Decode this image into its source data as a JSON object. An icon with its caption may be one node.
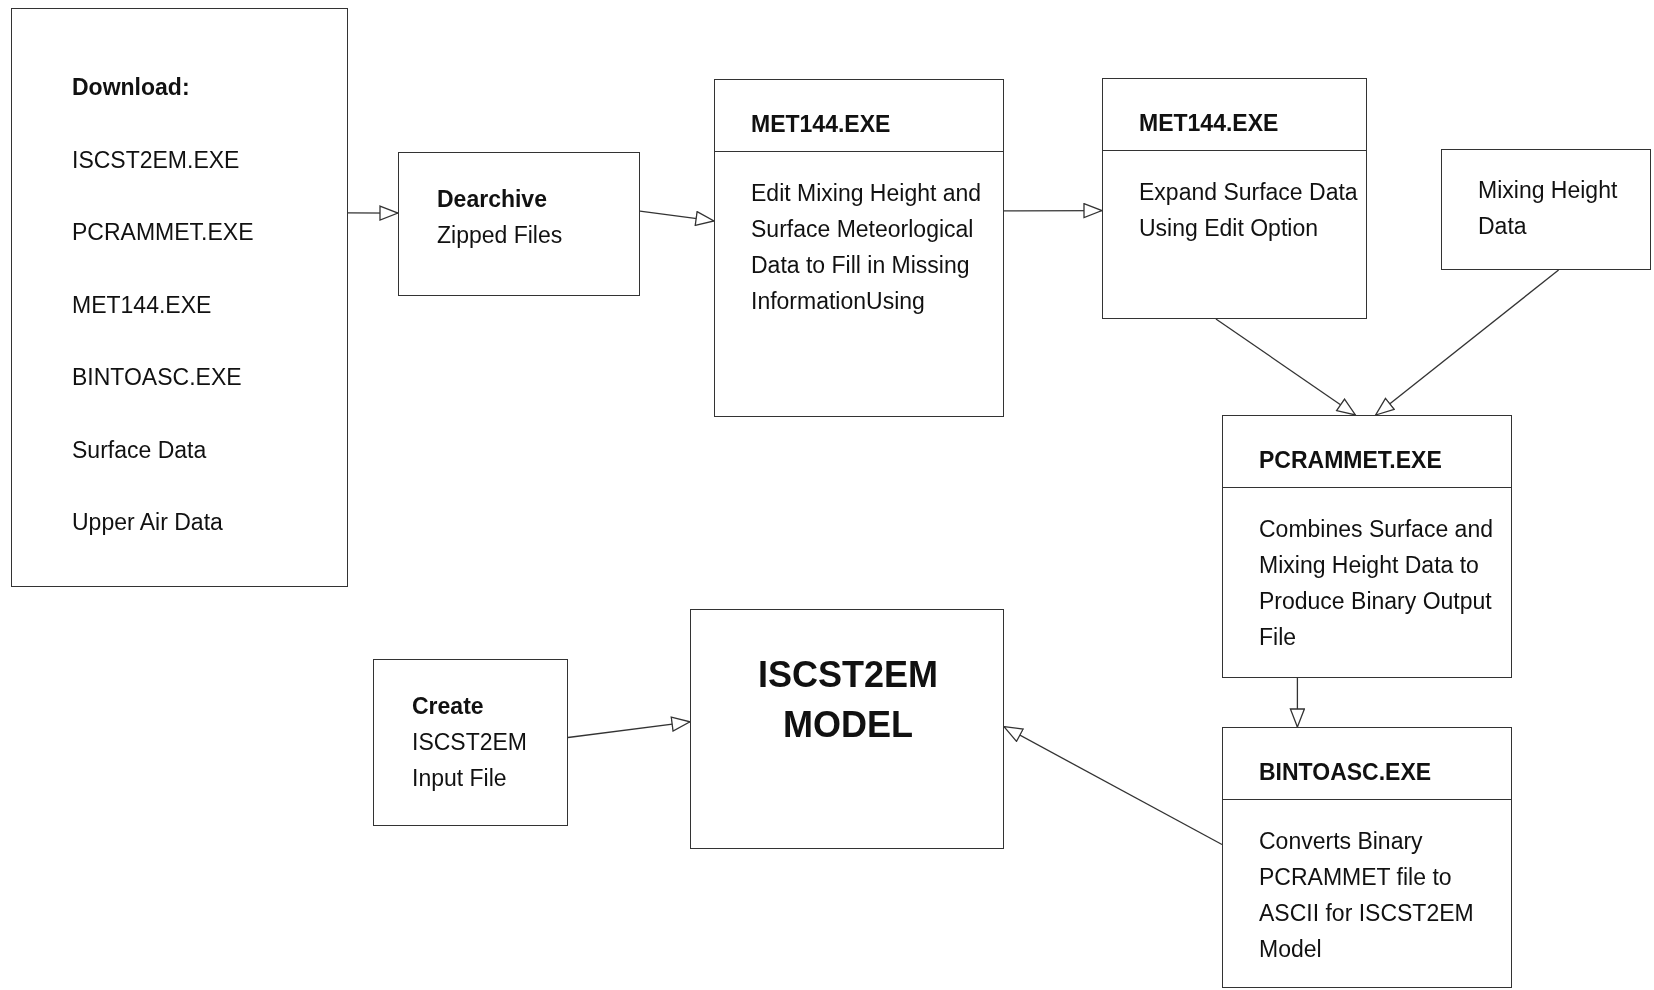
{
  "diagram": {
    "nodes": [
      {
        "text": [
          "Download:",
          "ISCST2EM.EXE",
          "PCRAMMET.EXE",
          "MET144.EXE",
          "BINTOASC.EXE",
          "Surface Data",
          "Upper Air Data"
        ]
      },
      {
        "text": [
          "Dearchive",
          "Zipped Files"
        ]
      },
      {
        "text": [
          "MET144.EXE",
          "Edit Mixing Height and Surface Meteorlogical Data to Fill in Missing InformationUsing"
        ]
      },
      {
        "text": [
          "MET144.EXE",
          "Expand Surface Data Using Edit Option"
        ]
      },
      {
        "text": [
          "Mixing Height Data"
        ]
      },
      {
        "text": [
          "PCRAMMET.EXE",
          "Combines Surface and Mixing Height Data to Produce Binary Output File"
        ]
      },
      {
        "text": [
          "BINTOASC.EXE",
          "Converts Binary PCRAMMET file to ASCII for ISCST2EM Model"
        ]
      },
      {
        "text": [
          "Create",
          "ISCST2EM Input File"
        ]
      },
      {
        "text": [
          "ISCST2EM MODEL"
        ]
      }
    ],
    "edges": [
      {
        "from": 0,
        "to": 1,
        "arrow": "to"
      },
      {
        "from": 1,
        "to": 2,
        "arrow": "to"
      },
      {
        "from": 2,
        "to": 3,
        "arrow": "to"
      },
      {
        "from": 3,
        "to": 5,
        "arrow": "to"
      },
      {
        "from": 4,
        "to": 5,
        "arrow": "to"
      },
      {
        "from": 5,
        "to": 6,
        "arrow": "to"
      },
      {
        "from": 6,
        "to": 8,
        "arrow": "to"
      },
      {
        "from": 7,
        "to": 8,
        "arrow": "to"
      }
    ]
  }
}
